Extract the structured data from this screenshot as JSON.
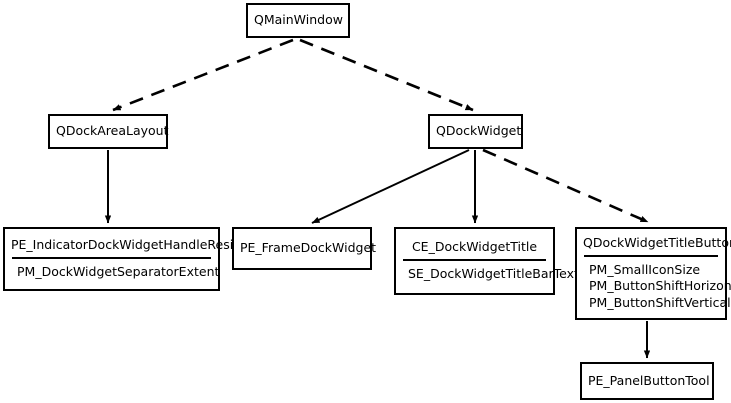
{
  "diagram": {
    "type": "uml-class-relationship-graph",
    "background_color": "#ffffff",
    "line_color": "#000000",
    "nodes": [
      {
        "id": "qmainwindow",
        "title": "QMainWindow",
        "members": []
      },
      {
        "id": "qdockarealayout",
        "title": "QDockAreaLayout",
        "members": []
      },
      {
        "id": "qdockwidget",
        "title": "QDockWidget",
        "members": []
      },
      {
        "id": "pe-indicator",
        "title": "PE_IndicatorDockWidgetHandleResize",
        "members": [
          "PM_DockWidgetSeparatorExtent"
        ]
      },
      {
        "id": "pe-framedockwidget",
        "title": "PE_FrameDockWidget",
        "members": []
      },
      {
        "id": "ce-dockwidgettitle",
        "title": "CE_DockWidgetTitle",
        "members": [
          "SE_DockWidgetTitleBarText"
        ]
      },
      {
        "id": "qdockwidgettitlebutton",
        "title": "QDockWidgetTitleButton",
        "members": [
          "PM_SmallIconSize",
          "PM_ButtonShiftHorizontal",
          "PM_ButtonShiftVertical"
        ]
      },
      {
        "id": "pe-panelbuttontool",
        "title": "PE_PanelButtonTool",
        "members": []
      }
    ],
    "edges": [
      {
        "from": "qmainwindow",
        "to": "qdockarealayout",
        "style": "dashed",
        "arrow": "filled"
      },
      {
        "from": "qmainwindow",
        "to": "qdockwidget",
        "style": "dashed",
        "arrow": "filled"
      },
      {
        "from": "qdockarealayout",
        "to": "pe-indicator",
        "style": "solid",
        "arrow": "filled"
      },
      {
        "from": "qdockwidget",
        "to": "pe-framedockwidget",
        "style": "solid",
        "arrow": "filled"
      },
      {
        "from": "qdockwidget",
        "to": "ce-dockwidgettitle",
        "style": "solid",
        "arrow": "filled"
      },
      {
        "from": "qdockwidget",
        "to": "qdockwidgettitlebutton",
        "style": "dashed",
        "arrow": "filled"
      },
      {
        "from": "qdockwidgettitlebutton",
        "to": "pe-panelbuttontool",
        "style": "solid",
        "arrow": "filled"
      }
    ]
  }
}
